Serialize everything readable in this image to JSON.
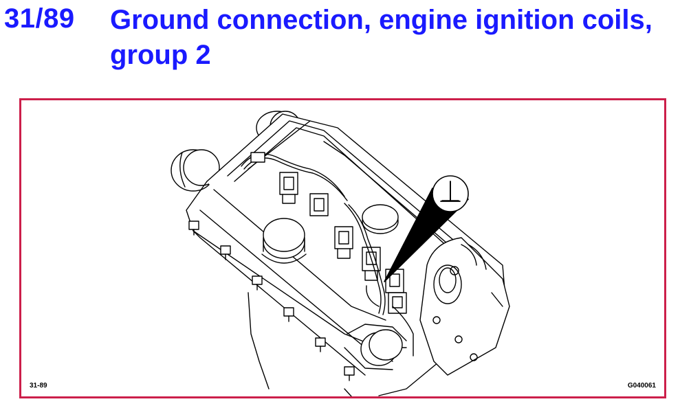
{
  "header": {
    "code": "31/89",
    "title": "Ground connection, engine ignition coils, group 2"
  },
  "figure": {
    "ref_left": "31-89",
    "ref_right": "G040061",
    "callout_symbol": "ground-symbol",
    "border_color": "#cc1f4a"
  },
  "colors": {
    "title": "#1a1aff",
    "line": "#000000"
  }
}
